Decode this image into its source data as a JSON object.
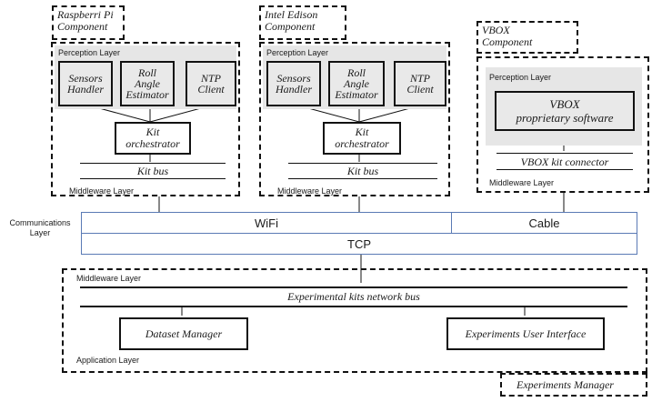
{
  "components": {
    "rpi": {
      "tag": "Raspberri Pi\nComponent",
      "perception_label": "Perception Layer",
      "middleware_label": "Middleware Layer",
      "modules": [
        "Sensors\nHandler",
        "Roll\nAngle\nEstimator",
        "NTP\nClient"
      ],
      "orchestrator": "Kit\norchestrator",
      "bus": "Kit bus"
    },
    "edison": {
      "tag": "Intel Edison\nComponent",
      "perception_label": "Perception Layer",
      "middleware_label": "Middleware Layer",
      "modules": [
        "Sensors\nHandler",
        "Roll\nAngle\nEstimator",
        "NTP\nClient"
      ],
      "orchestrator": "Kit\norchestrator",
      "bus": "Kit bus"
    },
    "vbox": {
      "tag": "VBOX\nComponent",
      "perception_label": "Perception Layer",
      "middleware_label": "Middleware Layer",
      "software": "VBOX\nproprietary software",
      "connector": "VBOX kit connector"
    }
  },
  "communications": {
    "layer_label": "Communications\nLayer",
    "wifi": "WiFi",
    "cable": "Cable",
    "tcp": "TCP"
  },
  "manager": {
    "middleware_label": "Middleware Layer",
    "network_bus": "Experimental kits network bus",
    "dataset_manager": "Dataset Manager",
    "experiments_ui": "Experiments User Interface",
    "application_label": "Application Layer",
    "tag": "Experiments Manager"
  }
}
